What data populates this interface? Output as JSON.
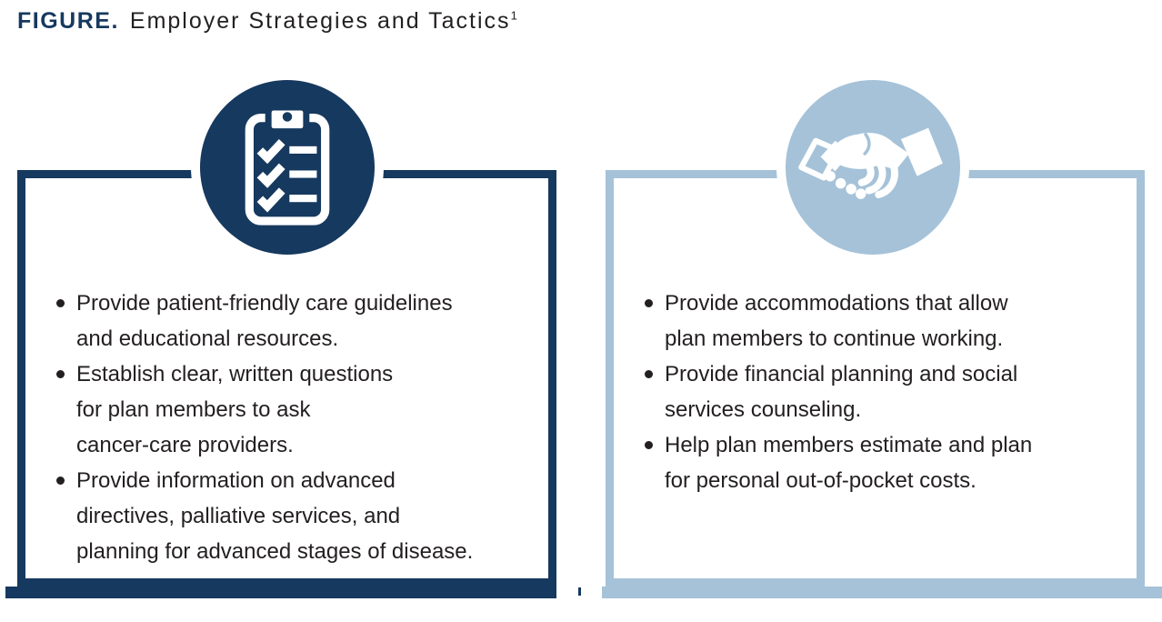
{
  "figure": {
    "label": "FIGURE.",
    "title": "Employer Strategies and Tactics",
    "footnote_marker": "1"
  },
  "colors": {
    "navy": "#16395F",
    "light_blue": "#A5C2D8",
    "text": "#231F20",
    "background": "#FFFFFF"
  },
  "panels": [
    {
      "name": "care-guidance",
      "icon": "clipboard-checklist-icon",
      "accent": "#16395F",
      "bullets": [
        "Provide patient-friendly care guidelines\nand educational resources.",
        "Establish clear, written questions\nfor plan members to ask\ncancer-care providers.",
        "Provide information on advanced\ndirectives, palliative services, and\nplanning for advanced stages of disease."
      ]
    },
    {
      "name": "member-support",
      "icon": "handshake-icon",
      "accent": "#A5C2D8",
      "bullets": [
        "Provide accommodations that allow\nplan members to continue working.",
        "Provide financial planning and social\nservices counseling.",
        "Help plan members estimate and plan\nfor personal out-of-pocket costs."
      ]
    }
  ]
}
